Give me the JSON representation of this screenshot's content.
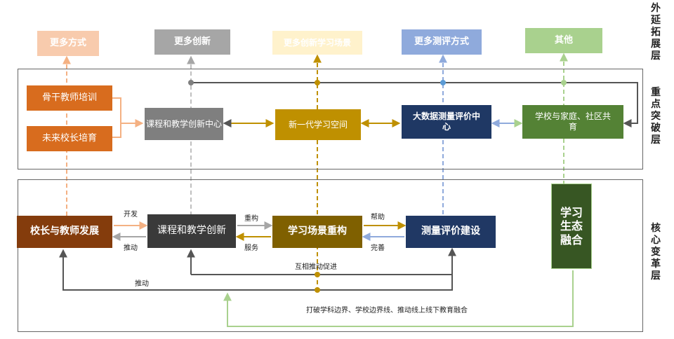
{
  "layers": {
    "outer": "外延拓展层",
    "focus": "重点突破层",
    "core": "核心变革层"
  },
  "top_boxes": {
    "more_methods": "更多方式",
    "more_innovation": "更多创新",
    "more_scenes": "更多创新学习场景",
    "more_eval": "更多测评方式",
    "other": "其他"
  },
  "focus_boxes": {
    "backbone": "骨干教师培训",
    "future_principal": "未来校长培育",
    "curriculum_center": "课程和教学创新中心",
    "learning_space": "新一代学习空间",
    "bigdata": "大数据测量评价中心",
    "school_family": "学校与家庭、社区共育"
  },
  "core_boxes": {
    "principal_dev": "校长与教师发展",
    "curriculum_innov": "课程和教学创新",
    "scene_rebuild": "学习场景重构",
    "eval_build": "测量评价建设",
    "eco_fusion": "学习生态融合"
  },
  "edge_labels": {
    "develop": "开发",
    "push1": "推动",
    "construct": "重构",
    "serve": "服务",
    "help": "帮助",
    "improve": "完善",
    "mutual": "互相推动促进",
    "push2": "推动",
    "break": "打破学科边界、学校边界线、推动线上线下教育融合"
  },
  "colors": {
    "orange_light": "#f4b183",
    "orange": "#d86c1e",
    "brown": "#843c0c",
    "gray_light": "#a6a6a6",
    "gray": "#7f7f7f",
    "gray_dark": "#3a3a3a",
    "gold_light": "#ffe699",
    "gold": "#bf9000",
    "olive": "#7f6000",
    "blue_light": "#8faadc",
    "navy": "#1f3864",
    "navy_dark": "#203864",
    "green_light": "#a9d18e",
    "green": "#548235",
    "green_dark": "#375623"
  }
}
